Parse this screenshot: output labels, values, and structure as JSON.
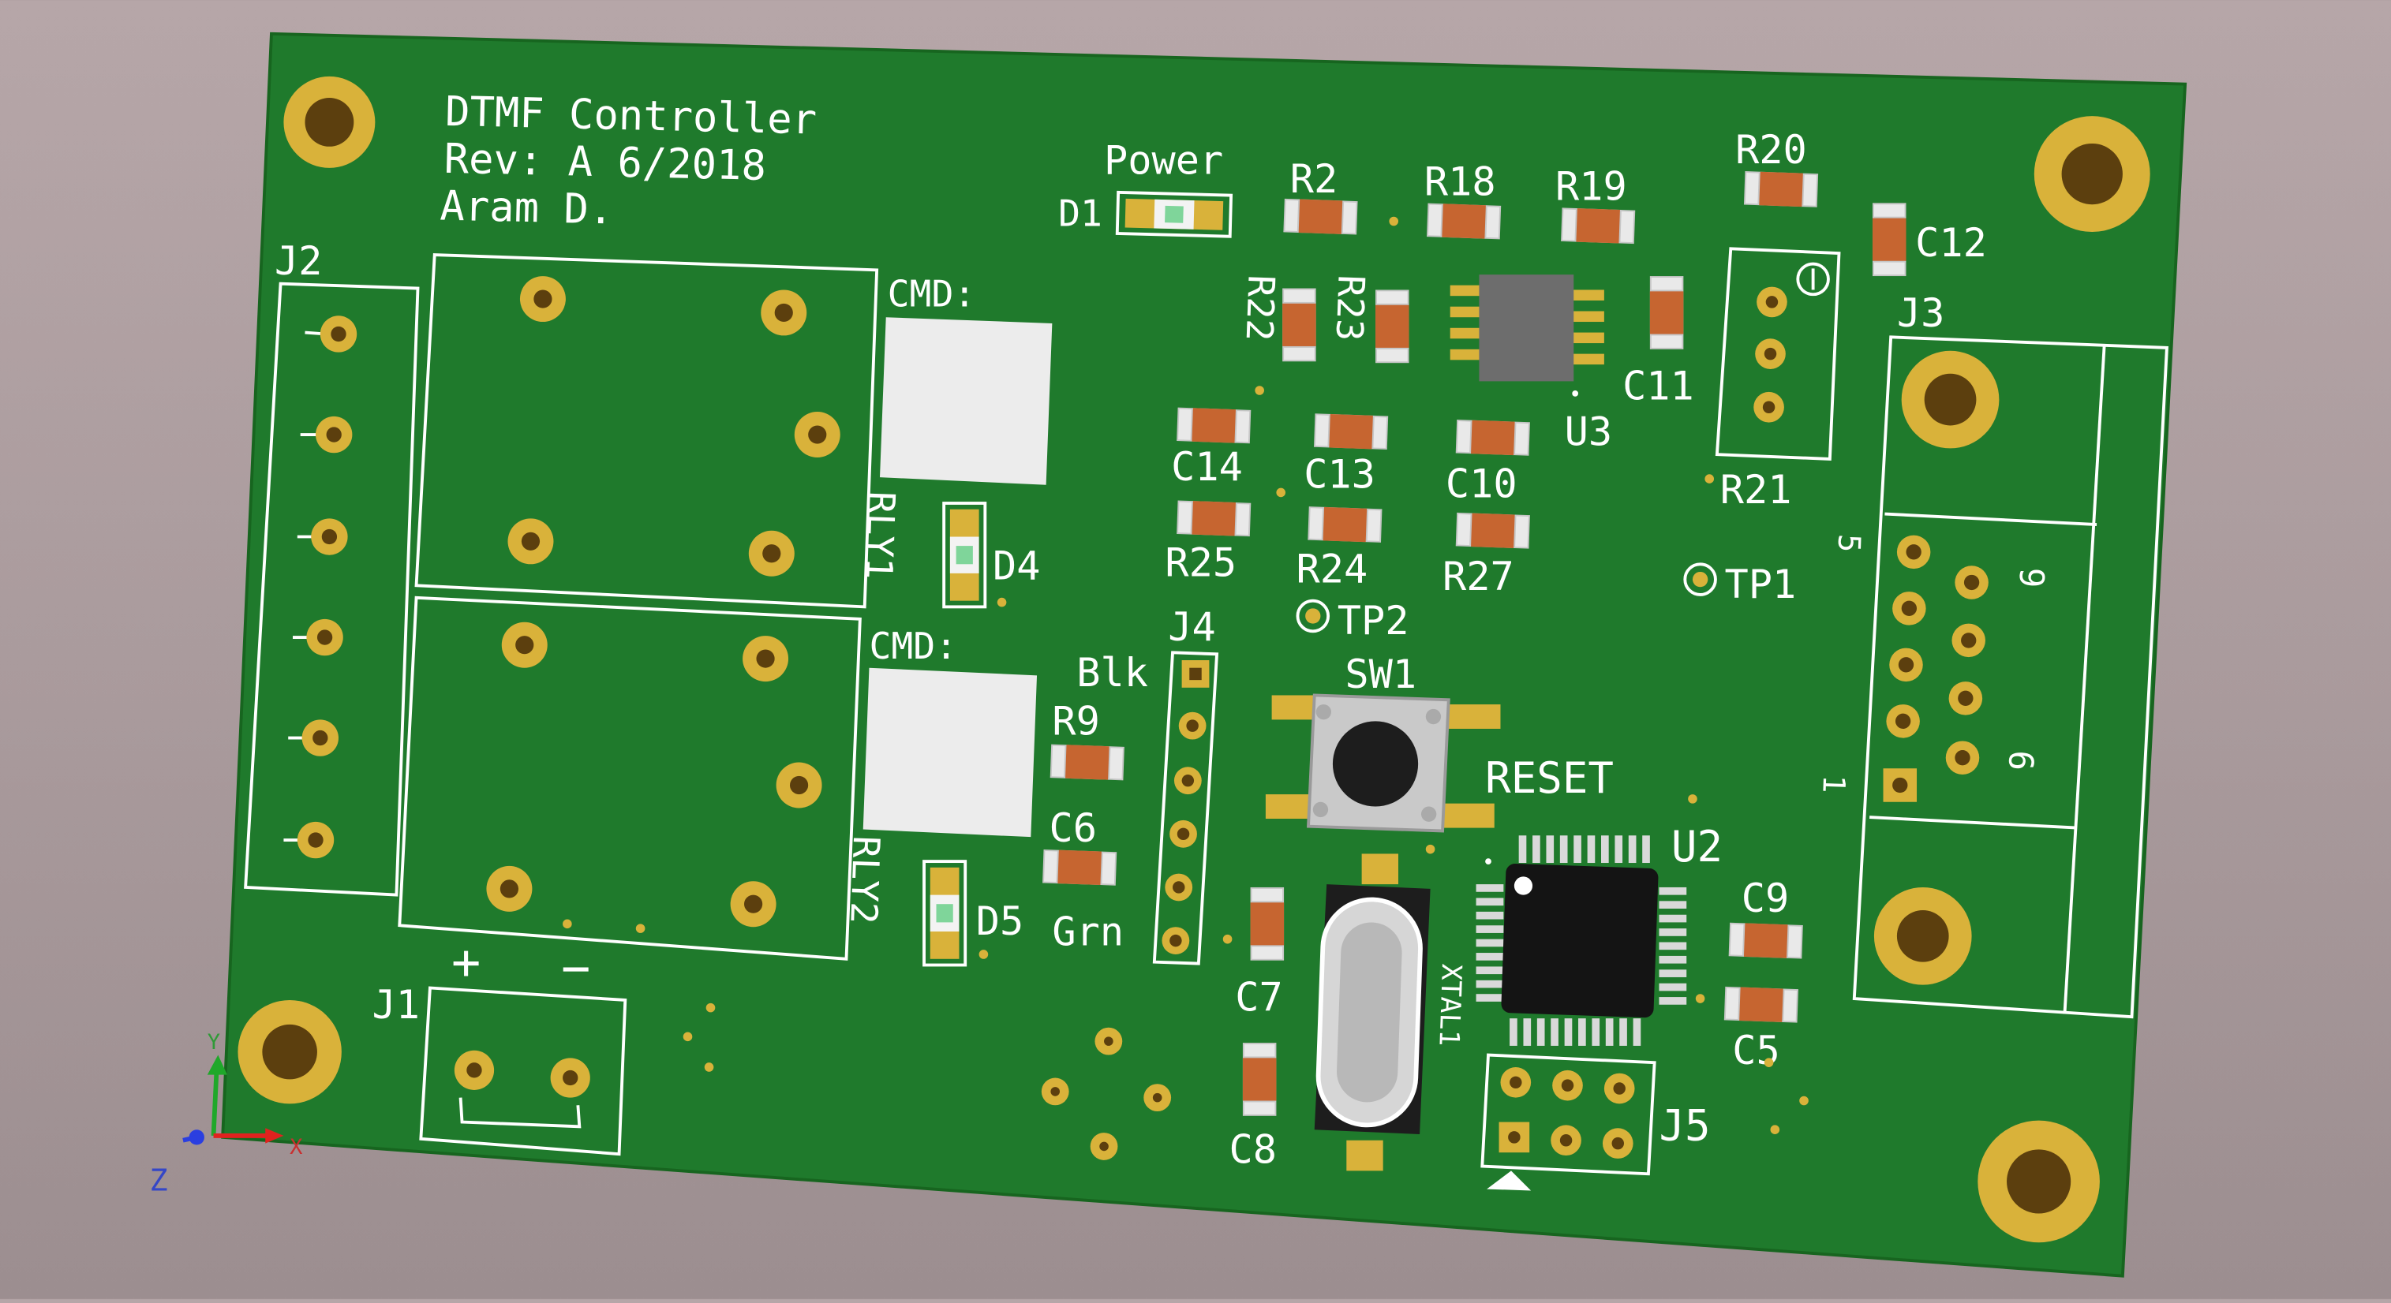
{
  "board": {
    "title_lines": [
      "DTMF Controller",
      "Rev: A   6/2018",
      "Aram D."
    ],
    "colors": {
      "mask": "#1f7a2c",
      "mask_edge": "#17651f",
      "pad": "#d9b23a",
      "silk": "#ffffff",
      "hole": "#5c3f0e"
    }
  },
  "refdes": {
    "J1": "J1",
    "J2": "J2",
    "J3": "J3",
    "J4": "J4",
    "J5": "J5",
    "RLY1": "RLY1",
    "RLY2": "RLY2",
    "D1": "D1",
    "D4": "D4",
    "D5": "D5",
    "R2": "R2",
    "R9": "R9",
    "R18": "R18",
    "R19": "R19",
    "R20": "R20",
    "R21": "R21",
    "R22": "R22",
    "R23": "R23",
    "R24": "R24",
    "R25": "R25",
    "R27": "R27",
    "C5": "C5",
    "C6": "C6",
    "C7": "C7",
    "C8": "C8",
    "C9": "C9",
    "C10": "C10",
    "C11": "C11",
    "C12": "C12",
    "C13": "C13",
    "C14": "C14",
    "U2": "U2",
    "U3": "U3",
    "SW1": "SW1",
    "XTAL1": "XTAL1",
    "TP1": "TP1",
    "TP2": "TP2"
  },
  "labels": {
    "power": "Power",
    "cmd1": "CMD:",
    "cmd2": "CMD:",
    "blk": "Blk",
    "grn": "Grn",
    "reset": "RESET",
    "plus": "+",
    "minus": "−",
    "db9_1": "1",
    "db9_5": "5",
    "db9_6": "6",
    "db9_9": "9"
  },
  "axis": {
    "x": "X",
    "y": "Y",
    "z": "Z"
  }
}
